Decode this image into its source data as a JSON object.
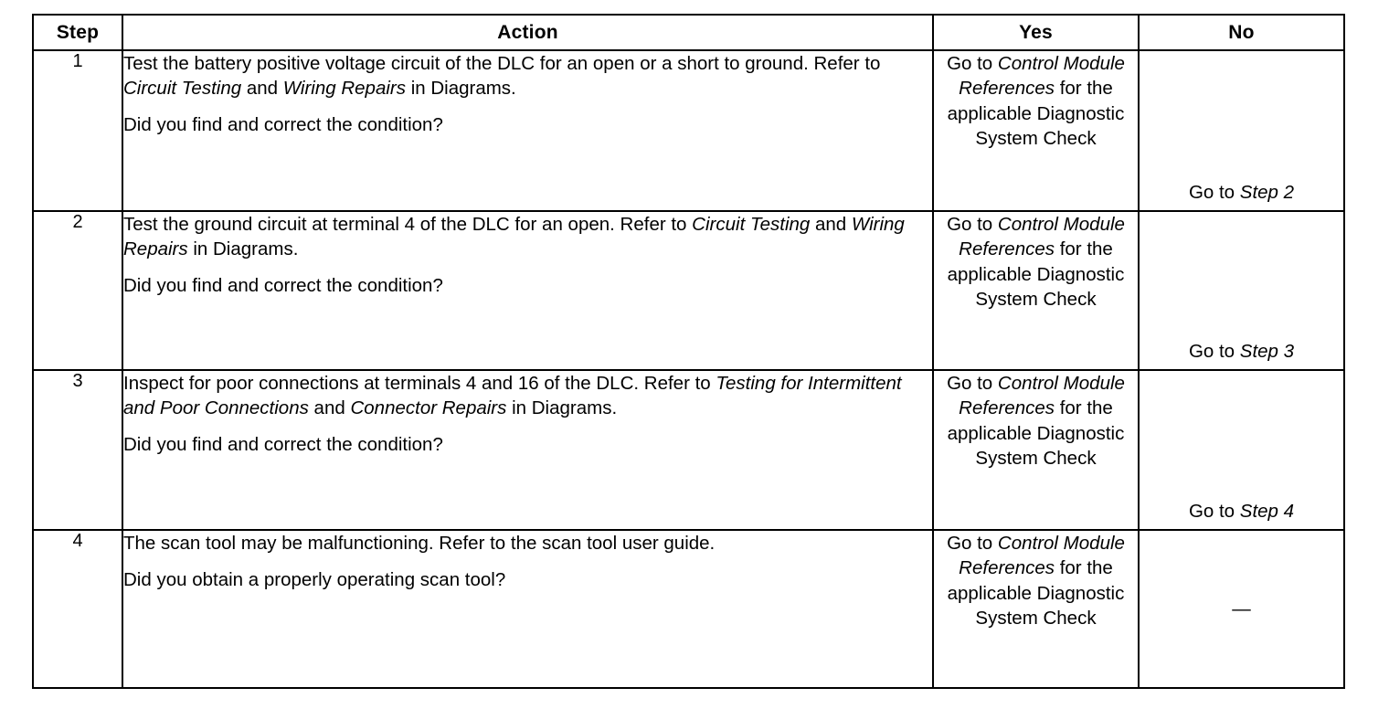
{
  "document": {
    "type": "diagnostic-step-table"
  },
  "table": {
    "headers": {
      "step": "Step",
      "action": "Action",
      "yes": "Yes",
      "no": "No"
    },
    "common": {
      "yes_answer": {
        "prefix": "Go to ",
        "italic": "Control Module References",
        "suffix": " for the applicable Diagnostic System Check"
      }
    },
    "rows": [
      {
        "step": "1",
        "action": {
          "paragraphs": [
            {
              "segments": [
                {
                  "text": "Test the battery positive voltage circuit of the DLC for an open or a short to ground. Refer to ",
                  "italic": false
                },
                {
                  "text": "Circuit Testing",
                  "italic": true
                },
                {
                  "text": " and ",
                  "italic": false
                },
                {
                  "text": "Wiring Repairs",
                  "italic": true
                },
                {
                  "text": " in Diagrams.",
                  "italic": false
                }
              ]
            },
            {
              "segments": [
                {
                  "text": "Did you find and correct the condition?",
                  "italic": false
                }
              ]
            }
          ]
        },
        "yes": {
          "segments": [
            {
              "text": "Go to ",
              "italic": false
            },
            {
              "text": "Control Module References",
              "italic": true
            },
            {
              "text": " for the applicable Diagnostic System Check",
              "italic": false
            }
          ]
        },
        "no": {
          "align": "bottom",
          "segments": [
            {
              "text": "Go to ",
              "italic": false
            },
            {
              "text": "Step 2",
              "italic": true
            }
          ]
        }
      },
      {
        "step": "2",
        "action": {
          "paragraphs": [
            {
              "segments": [
                {
                  "text": "Test the ground circuit at terminal 4 of the DLC for an open. Refer to ",
                  "italic": false
                },
                {
                  "text": "Circuit Testing",
                  "italic": true
                },
                {
                  "text": " and ",
                  "italic": false
                },
                {
                  "text": "Wiring Repairs",
                  "italic": true
                },
                {
                  "text": " in Diagrams.",
                  "italic": false
                }
              ]
            },
            {
              "segments": [
                {
                  "text": "Did you find and correct the condition?",
                  "italic": false
                }
              ]
            }
          ]
        },
        "yes": {
          "segments": [
            {
              "text": "Go to ",
              "italic": false
            },
            {
              "text": "Control Module References",
              "italic": true
            },
            {
              "text": " for the applicable Diagnostic System Check",
              "italic": false
            }
          ]
        },
        "no": {
          "align": "bottom",
          "segments": [
            {
              "text": "Go to ",
              "italic": false
            },
            {
              "text": "Step 3",
              "italic": true
            }
          ]
        }
      },
      {
        "step": "3",
        "action": {
          "paragraphs": [
            {
              "segments": [
                {
                  "text": "Inspect for poor connections at terminals 4 and 16 of the DLC. Refer to ",
                  "italic": false
                },
                {
                  "text": "Testing for Intermittent and Poor Connections",
                  "italic": true
                },
                {
                  "text": " and ",
                  "italic": false
                },
                {
                  "text": "Connector Repairs",
                  "italic": true
                },
                {
                  "text": " in Diagrams.",
                  "italic": false
                }
              ]
            },
            {
              "segments": [
                {
                  "text": "Did you find and correct the condition?",
                  "italic": false
                }
              ]
            }
          ]
        },
        "yes": {
          "segments": [
            {
              "text": "Go to ",
              "italic": false
            },
            {
              "text": "Control Module References",
              "italic": true
            },
            {
              "text": " for the applicable Diagnostic System Check",
              "italic": false
            }
          ]
        },
        "no": {
          "align": "bottom",
          "segments": [
            {
              "text": "Go to ",
              "italic": false
            },
            {
              "text": "Step 4",
              "italic": true
            }
          ]
        }
      },
      {
        "step": "4",
        "action": {
          "paragraphs": [
            {
              "segments": [
                {
                  "text": "The scan tool may be malfunctioning. Refer to the scan tool user guide.",
                  "italic": false
                }
              ]
            },
            {
              "segments": [
                {
                  "text": "Did you obtain a properly operating scan tool?",
                  "italic": false
                }
              ]
            }
          ]
        },
        "yes": {
          "segments": [
            {
              "text": "Go to ",
              "italic": false
            },
            {
              "text": "Control Module References",
              "italic": true
            },
            {
              "text": " for the applicable Diagnostic System Check",
              "italic": false
            }
          ]
        },
        "no": {
          "align": "middle",
          "segments": [
            {
              "text": "—",
              "italic": false
            }
          ]
        }
      }
    ]
  },
  "colors": {
    "border": "#000000",
    "text": "#000000",
    "background": "#ffffff"
  }
}
